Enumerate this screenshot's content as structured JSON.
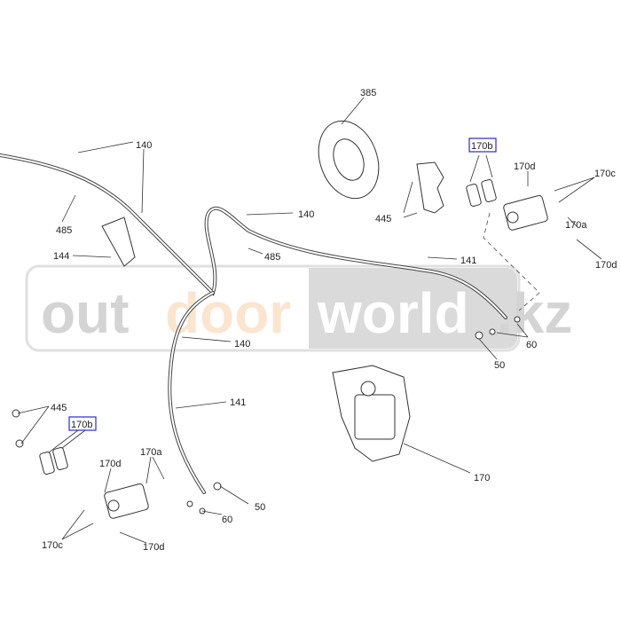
{
  "diagram": {
    "callouts": [
      "385",
      "170b",
      "170d",
      "170c",
      "445",
      "170a",
      "170d",
      "140",
      "485",
      "140",
      "141",
      "485",
      "144",
      "140",
      "60",
      "50",
      "141",
      "445",
      "170b",
      "170d",
      "170a",
      "170",
      "60",
      "50",
      "170c",
      "170d"
    ],
    "watermark": {
      "part1": "out",
      "part2": "door",
      "part3": "world",
      "part4": ".kz"
    },
    "colors": {
      "watermark_gray": "#d4d4d4",
      "watermark_orange": "#fbe3cc",
      "box_blue": "#2a2acc"
    }
  }
}
